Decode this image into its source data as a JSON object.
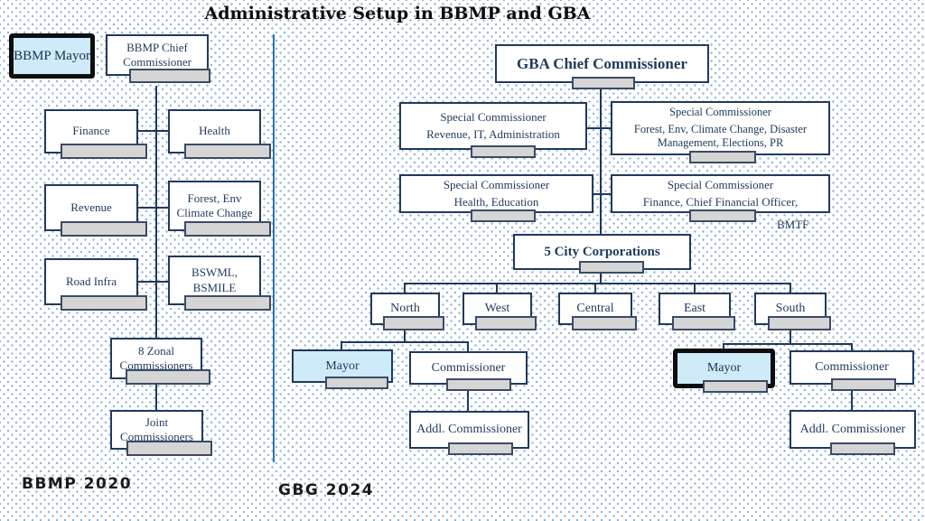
{
  "title": "Administrative Setup in BBMP and GBA",
  "captions": {
    "left": "BBMP 2020",
    "right": "GBG 2024"
  },
  "bbmp": {
    "mayor": "BBMP Mayor",
    "chief_commissioner": "BBMP Chief Commissioner",
    "departments": [
      "Finance",
      "Health",
      "Revenue",
      "Forest, Env Climate Change",
      "Road Infra",
      "BSWML, BSMILE"
    ],
    "zonal_commissioners": "8 Zonal Commissioners",
    "joint_commissioners": "Joint Commissioners"
  },
  "gba": {
    "chief_commissioner": "GBA Chief Commissioner",
    "special_commissioners": [
      {
        "role": "Special Commissioner",
        "departments": "Revenue, IT, Administration"
      },
      {
        "role": "Special Commissioner",
        "departments": "Forest, Env, Climate Change, Disaster Management, Elections, PR"
      },
      {
        "role": "Special Commissioner",
        "departments": "Health, Education"
      },
      {
        "role": "Special Commissioner",
        "departments": "Finance, Chief Financial Officer,"
      }
    ],
    "bmtf_label": "BMTF",
    "city_corporations": "5 City Corporations",
    "cities": [
      "North",
      "West",
      "Central",
      "East",
      "South"
    ],
    "north_branch": {
      "mayor": "Mayor",
      "commissioner": "Commissioner",
      "addl_commissioner": "Addl. Commissioner"
    },
    "south_branch": {
      "mayor": "Mayor",
      "commissioner": "Commissioner",
      "addl_commissioner": "Addl. Commissioner"
    }
  },
  "colors": {
    "box_border": "#1f3a5c",
    "highlight_fill": "#cfeaf8",
    "highlight_border": "#0d0d0d",
    "divider": "#2e75b6",
    "platform_fill": "#d5d5d5",
    "background_dot": "#8fb3d6"
  }
}
